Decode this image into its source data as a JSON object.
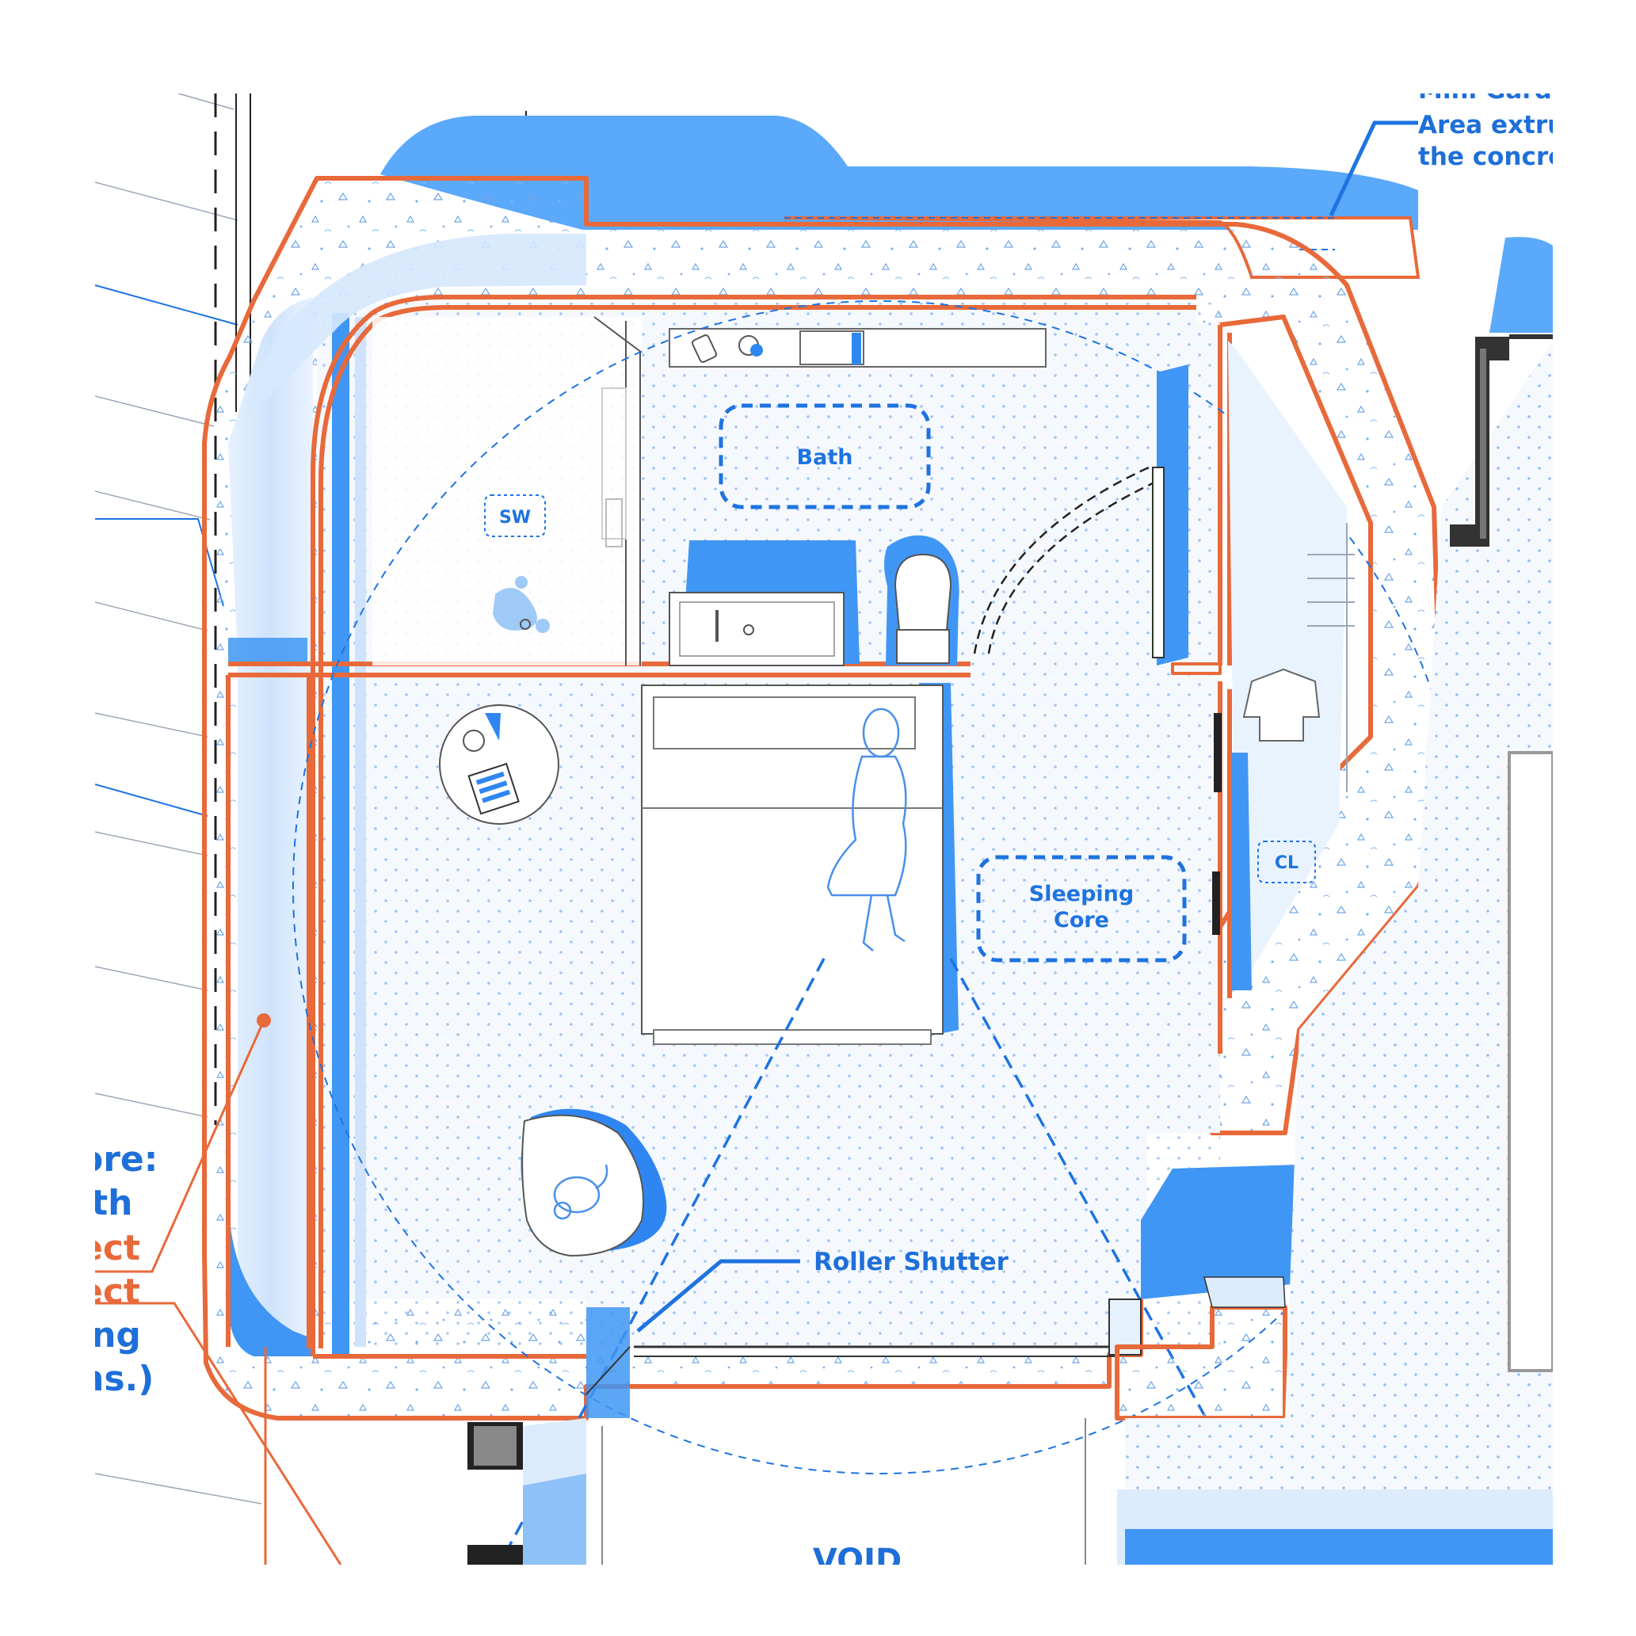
{
  "labels": {
    "bath": "Bath",
    "sw": "SW",
    "sleeping_line1": "Sleeping",
    "sleeping_line2": "Core",
    "cl": "CL",
    "roller_shutter": "Roller Shutter",
    "void": "VOID",
    "garden_line0": "Mini Garde",
    "garden_line1": "Area extruc",
    "garden_line2": "the concret",
    "left_line1": "ore:",
    "left_line2": "ith",
    "left_line3": "ect",
    "left_line4": "ect",
    "left_line5": "ing",
    "left_line6": "ns.)"
  },
  "colors": {
    "wall_orange": "#e8693a",
    "accent_blue": "#1e73e0",
    "light_blue": "#5aa9fb",
    "pale_blue": "#dcecfd",
    "floor": "#f5f9fe"
  }
}
